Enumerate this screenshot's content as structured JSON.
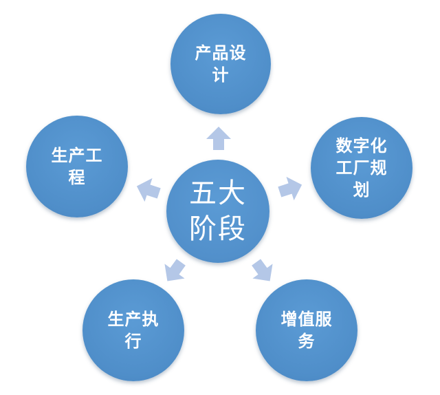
{
  "center": {
    "label": "五大\n阶段"
  },
  "stages": [
    {
      "label": "产品设\n计"
    },
    {
      "label": "数字化\n工厂规\n划"
    },
    {
      "label": "增值服\n务"
    },
    {
      "label": "生产执\n行"
    },
    {
      "label": "生产工\n程"
    }
  ],
  "colors": {
    "circle_fill": "#5b9bd5",
    "arrow_fill": "#b4c7e7",
    "text": "#ffffff"
  }
}
